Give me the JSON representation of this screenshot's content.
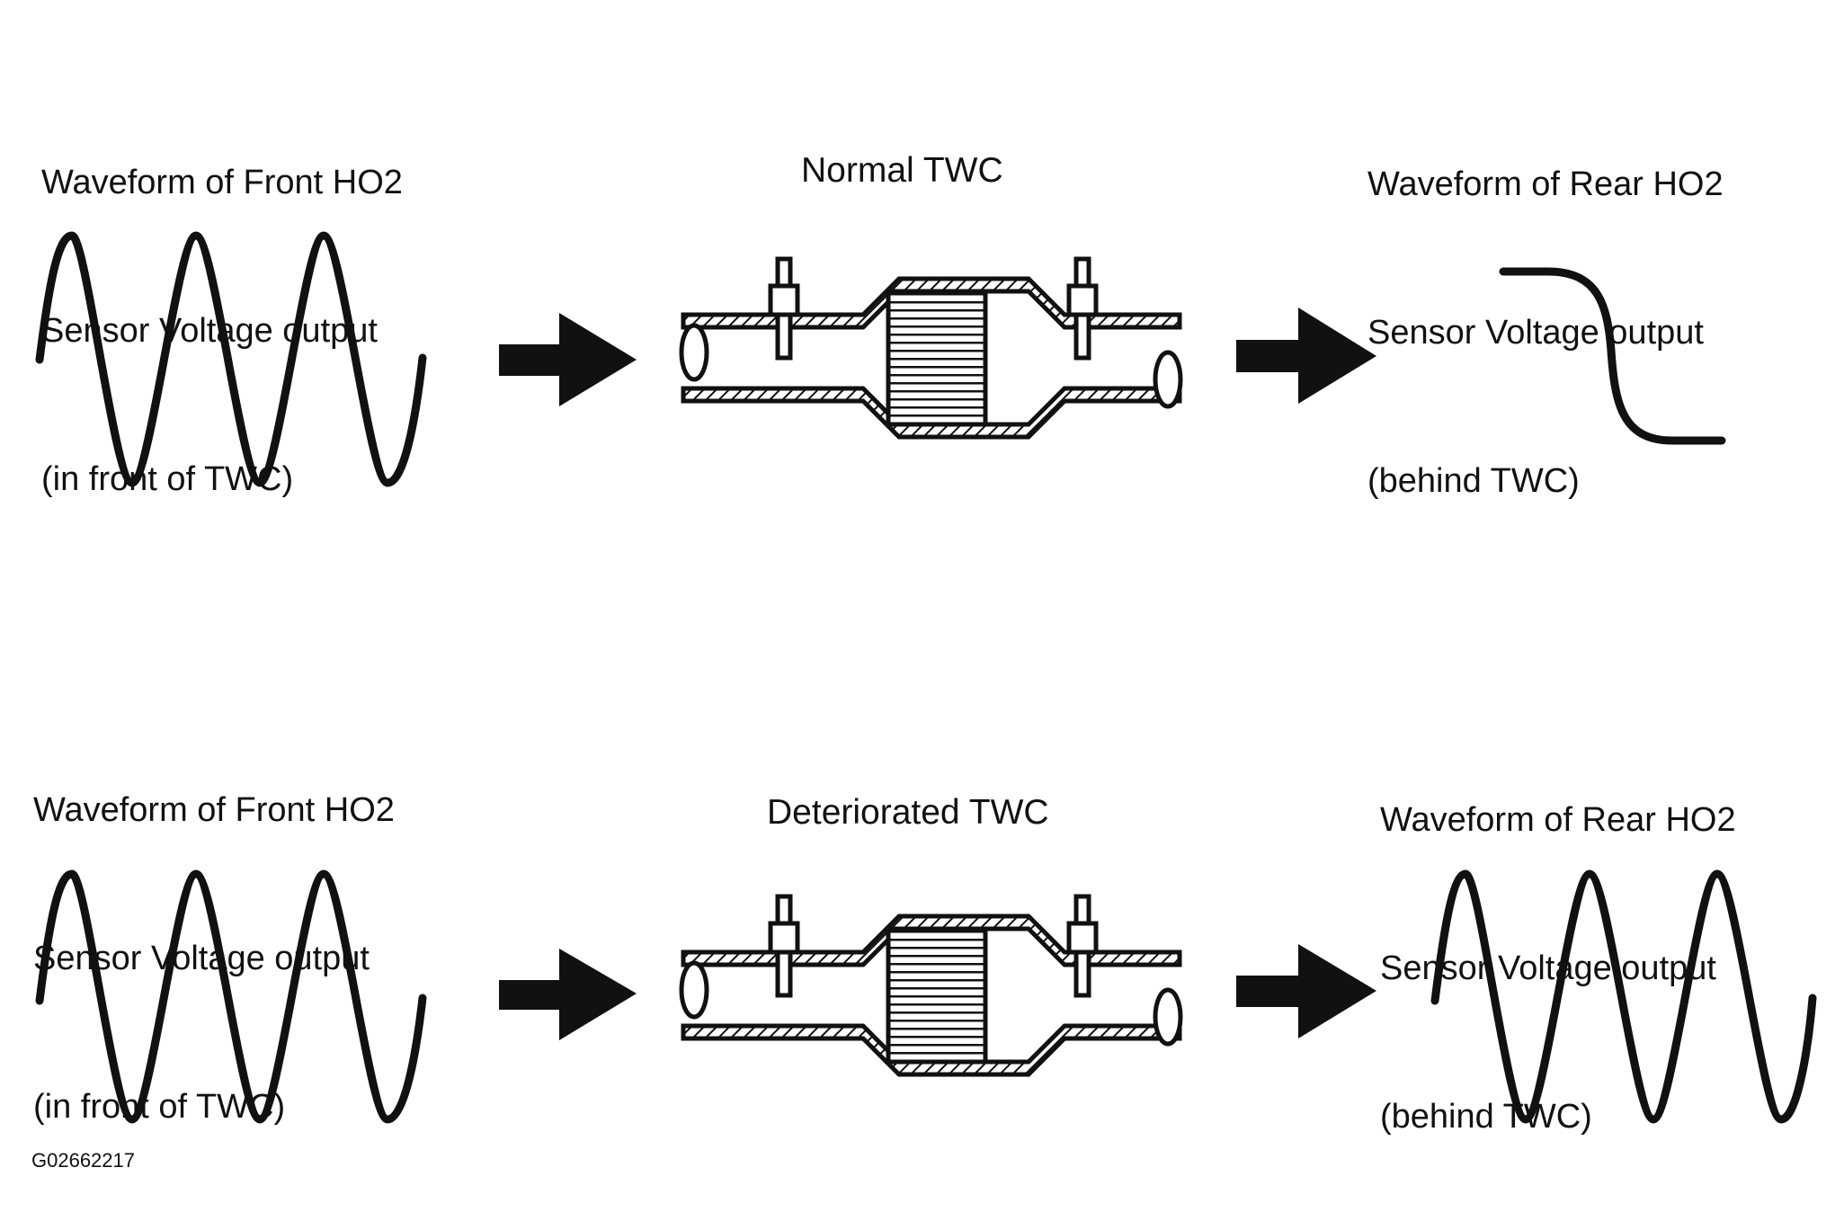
{
  "top": {
    "front_label": [
      "Waveform of Front HO2",
      "Sensor Voltage output",
      "(in front of TWC)"
    ],
    "center_title": "Normal TWC",
    "rear_label": [
      "Waveform of Rear HO2",
      "Sensor Voltage output",
      "(behind TWC)"
    ]
  },
  "bottom": {
    "front_label": [
      "Waveform of Front HO2",
      "Sensor Voltage output",
      "(in front of TWC)"
    ],
    "center_title": "Deteriorated TWC",
    "rear_label": [
      "Waveform of Rear HO2",
      "Sensor Voltage output",
      "(behind TWC)"
    ]
  },
  "figure_id": "G02662217",
  "colors": {
    "ink": "#111111",
    "background": "#ffffff"
  }
}
